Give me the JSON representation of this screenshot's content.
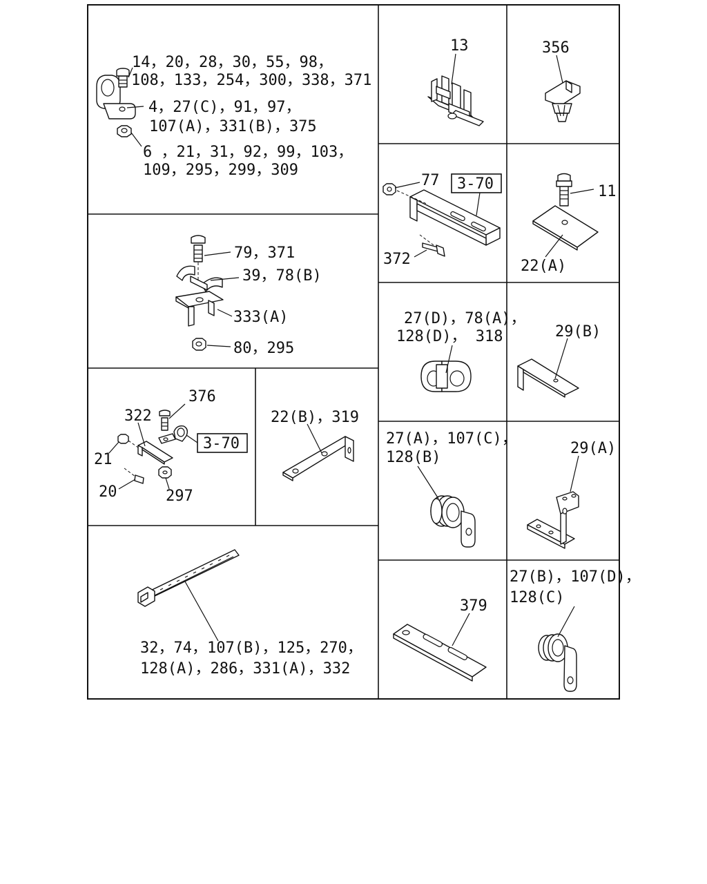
{
  "panels": {
    "clip_bolt_nut": {
      "bolt_label_line1": "14，20，28，30，55，98，",
      "bolt_label_line2": "108，133，254，300，338，371",
      "washer_label_line1": "4，27(C)，91，97，",
      "washer_label_line2": "107(A)，331(B)，375",
      "nut_label_line1": "6 ，21，31，92，99，103，",
      "nut_label_line2": "109，295，299，309"
    },
    "connector_13": {
      "label": "13"
    },
    "clip_356": {
      "label": "356"
    },
    "bracket_77": {
      "nut_label": "77",
      "ref_box": "3-70",
      "bolt_label": "372"
    },
    "plate_22a": {
      "bolt_label": "11",
      "plate_label": "22(A)"
    },
    "clamp_assembly": {
      "bolt_label": "79，371",
      "clamp_label": "39，78(B)",
      "bracket_label": "333(A)",
      "nut_label": "80，295"
    },
    "double_clip": {
      "label_line1": "27(D)，78(A)，",
      "label_line2": "128(D)， 318"
    },
    "bracket_29b": {
      "label": "29(B)"
    },
    "bracket_322": {
      "bolt_label": "376",
      "bracket_label": "322",
      "nut_label": "21",
      "ref_box": "3-70",
      "screw_label": "20",
      "nut2_label": "297"
    },
    "bracket_22b": {
      "label": "22(B)，319"
    },
    "clip_27a": {
      "label_line1": "27(A)，107(C)，",
      "label_line2": "128(B)"
    },
    "bracket_29a": {
      "label": "29(A)"
    },
    "cable_tie": {
      "label_line1": "32，74，107(B)，125，270，",
      "label_line2": "128(A)，286，331(A)，332"
    },
    "plate_379": {
      "label": "379"
    },
    "clip_27b": {
      "label_line1": "27(B)，107(D)，",
      "label_line2": "128(C)"
    }
  }
}
